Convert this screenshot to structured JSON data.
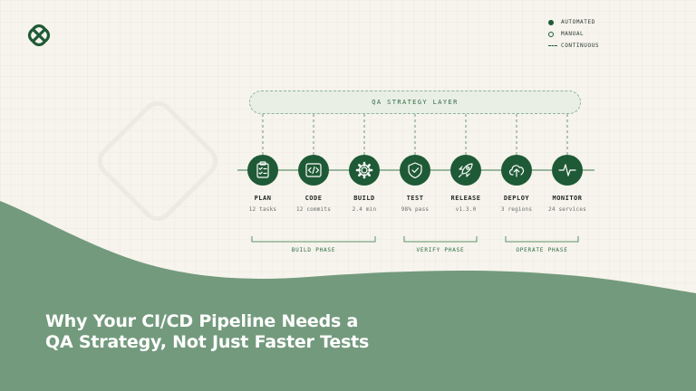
{
  "legend": [
    {
      "kind": "filled",
      "label": "AUTOMATED"
    },
    {
      "kind": "open",
      "label": "MANUAL"
    },
    {
      "kind": "dashed",
      "label": "CONTINUOUS"
    }
  ],
  "layer_label": "QA STRATEGY LAYER",
  "stages": [
    {
      "name": "PLAN",
      "meta": "12 tasks",
      "icon": "clipboard-checklist-icon"
    },
    {
      "name": "CODE",
      "meta": "12 commits",
      "icon": "code-brackets-icon"
    },
    {
      "name": "BUILD",
      "meta": "2.4 min",
      "icon": "gear-icon"
    },
    {
      "name": "TEST",
      "meta": "98% pass",
      "icon": "shield-check-icon"
    },
    {
      "name": "RELEASE",
      "meta": "v1.3.0",
      "icon": "rocket-icon"
    },
    {
      "name": "DEPLOY",
      "meta": "3 regions",
      "icon": "cloud-upload-icon"
    },
    {
      "name": "MONITOR",
      "meta": "24 services",
      "icon": "pulse-icon"
    }
  ],
  "phases": [
    {
      "label": "BUILD PHASE",
      "from": 0,
      "to": 2
    },
    {
      "label": "VERIFY PHASE",
      "from": 3,
      "to": 4
    },
    {
      "label": "OPERATE PHASE",
      "from": 5,
      "to": 6
    }
  ],
  "headline": {
    "line1": "Why Your CI/CD Pipeline Needs a",
    "line2": "QA Strategy, Not Just Faster Tests"
  },
  "colors": {
    "node": "#1f5a36",
    "wave": "#739a7d",
    "accent": "#2f6b46"
  }
}
